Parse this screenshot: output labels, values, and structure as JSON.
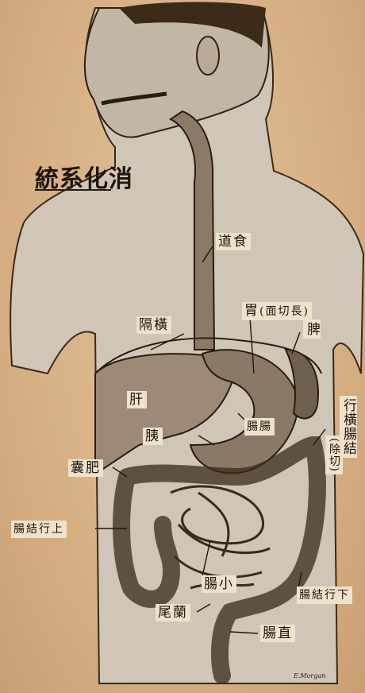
{
  "title": "統系化消",
  "labels": {
    "esophagus": "道食",
    "diaphragm": "隔橫",
    "stomach": "胃",
    "stomach_note": "(面切長)",
    "spleen": "脾",
    "liver": "肝",
    "pancreas": "胰",
    "duodenum": "腸腸",
    "transverse_colon": "行橫腸結",
    "transverse_colon_note": "(除切)",
    "gallbladder": "囊肥",
    "ascending_colon": "腸結行上",
    "small_intestine": "腸小",
    "descending_colon": "腸結行下",
    "appendix": "尾蘭",
    "rectum": "腸直"
  },
  "signature": "E.Morgan"
}
